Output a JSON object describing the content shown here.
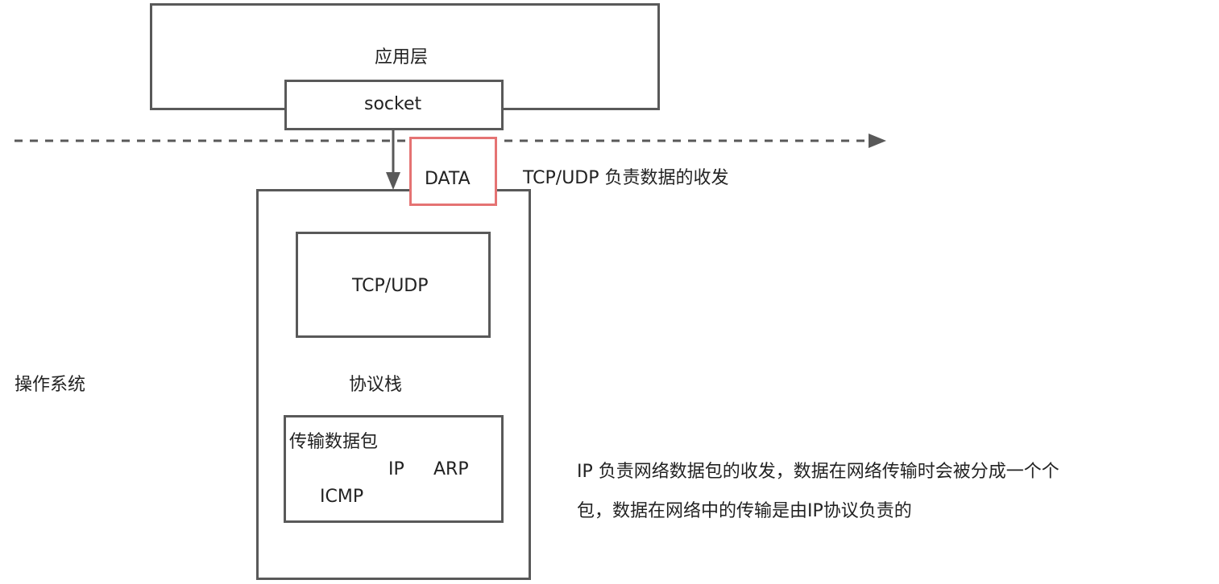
{
  "app_layer": {
    "label": "应用层"
  },
  "socket": {
    "label": "socket"
  },
  "data_packet": {
    "label": "DATA",
    "border_color": "#e57373"
  },
  "transport_note": "TCP/UDP 负责数据的收发",
  "protocol_stack": {
    "label": "协议栈",
    "transport": {
      "label": "TCP/UDP"
    },
    "network": {
      "title": "传输数据包",
      "ip": "IP",
      "arp": "ARP",
      "icmp": "ICMP"
    }
  },
  "os_label": "操作系统",
  "ip_note": {
    "line1": "IP 负责网络数据包的收发，数据在网络传输时会被分成一个个",
    "line2": "包，数据在网络中的传输是由IP协议负责的"
  },
  "colors": {
    "line": "#595959",
    "data_border": "#e57373"
  }
}
